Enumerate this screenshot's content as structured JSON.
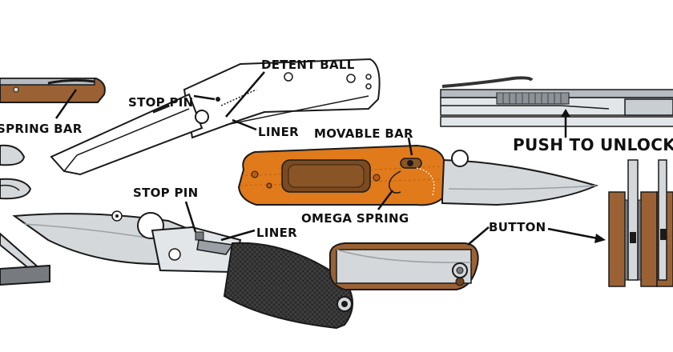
{
  "labels": {
    "spring_bar": "SPRING BAR",
    "stop_pin_top": "STOP PIN",
    "detent_ball": "DETENT BALL",
    "liner_top": "LINER",
    "movable_bar": "MOVABLE BAR",
    "omega_spring": "OMEGA SPRING",
    "push_to_unlock": "PUSH TO UNLOCK",
    "stop_pin_bottom": "STOP PIN",
    "liner_bottom": "LINER",
    "button": "BUTTON"
  },
  "colors": {
    "orange": "#e07a1a",
    "orange_dark": "#b85e10",
    "wood": "#9a6234",
    "wood_dark": "#6e431f",
    "steel": "#d5d8db",
    "steel_dark": "#9aa0a5",
    "black_handle": "#1c1c1c",
    "outline": "#1a1a1a"
  }
}
